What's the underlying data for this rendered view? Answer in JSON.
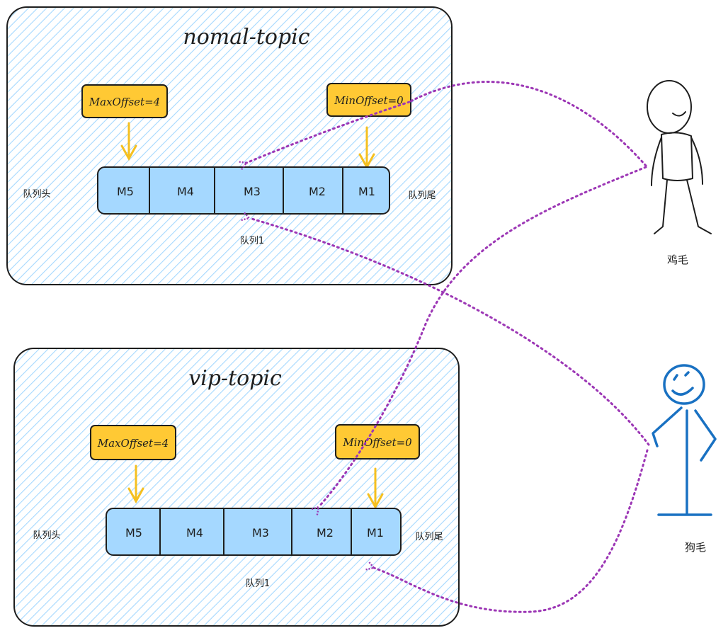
{
  "topics": [
    {
      "title": "nomal-topic",
      "max_offset_label": "MaxOffset=4",
      "min_offset_label": "MinOffset=0",
      "queue_head_label": "队列头",
      "queue_tail_label": "队列尾",
      "queue_name": "队列1",
      "messages": [
        "M5",
        "M4",
        "M3",
        "M2",
        "M1"
      ]
    },
    {
      "title": "vip-topic",
      "max_offset_label": "MaxOffset=4",
      "min_offset_label": "MinOffset=0",
      "queue_head_label": "队列头",
      "queue_tail_label": "队列尾",
      "queue_name": "队列1",
      "messages": [
        "M5",
        "M4",
        "M3",
        "M2",
        "M1"
      ]
    }
  ],
  "consumers": [
    {
      "name": "鸡毛"
    },
    {
      "name": "狗毛"
    }
  ],
  "colors": {
    "panel_fill": "#a5d8ff",
    "panel_stroke": "#1e1e1e",
    "queue_fill": "#a5d8ff",
    "label_fill": "#ffc934",
    "arrow_yellow": "#f5c020",
    "dotted_purple": "#9c36b5",
    "stickman_dark": "#1e1e1e",
    "stickman_blue": "#1971c2"
  }
}
